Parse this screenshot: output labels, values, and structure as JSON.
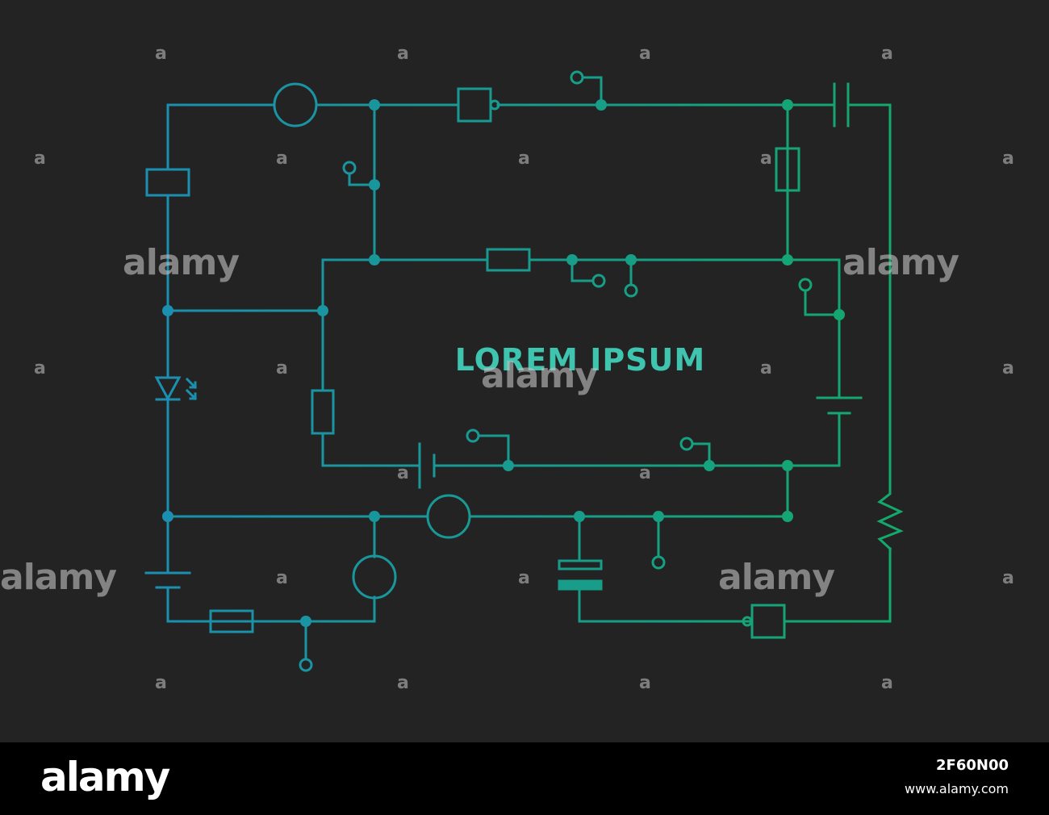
{
  "headline": "LOREM IPSUM",
  "watermark": {
    "text_big": "alamy",
    "text_small": "a"
  },
  "footer": {
    "logo": "alamy",
    "image_id": "2F60N00",
    "url": "www.alamy.com"
  },
  "colors": {
    "background": "#232323",
    "footer": "#000000",
    "gradient_start": "#1b8fb0",
    "gradient_end": "#14a86c",
    "headline": "#3fc4b0"
  },
  "components": [
    "ammeter-circle",
    "resistor",
    "fuse",
    "led-diode",
    "battery-cell",
    "capacitor",
    "nand-gate",
    "switch-contact",
    "junction-node",
    "zigzag-resistor"
  ]
}
